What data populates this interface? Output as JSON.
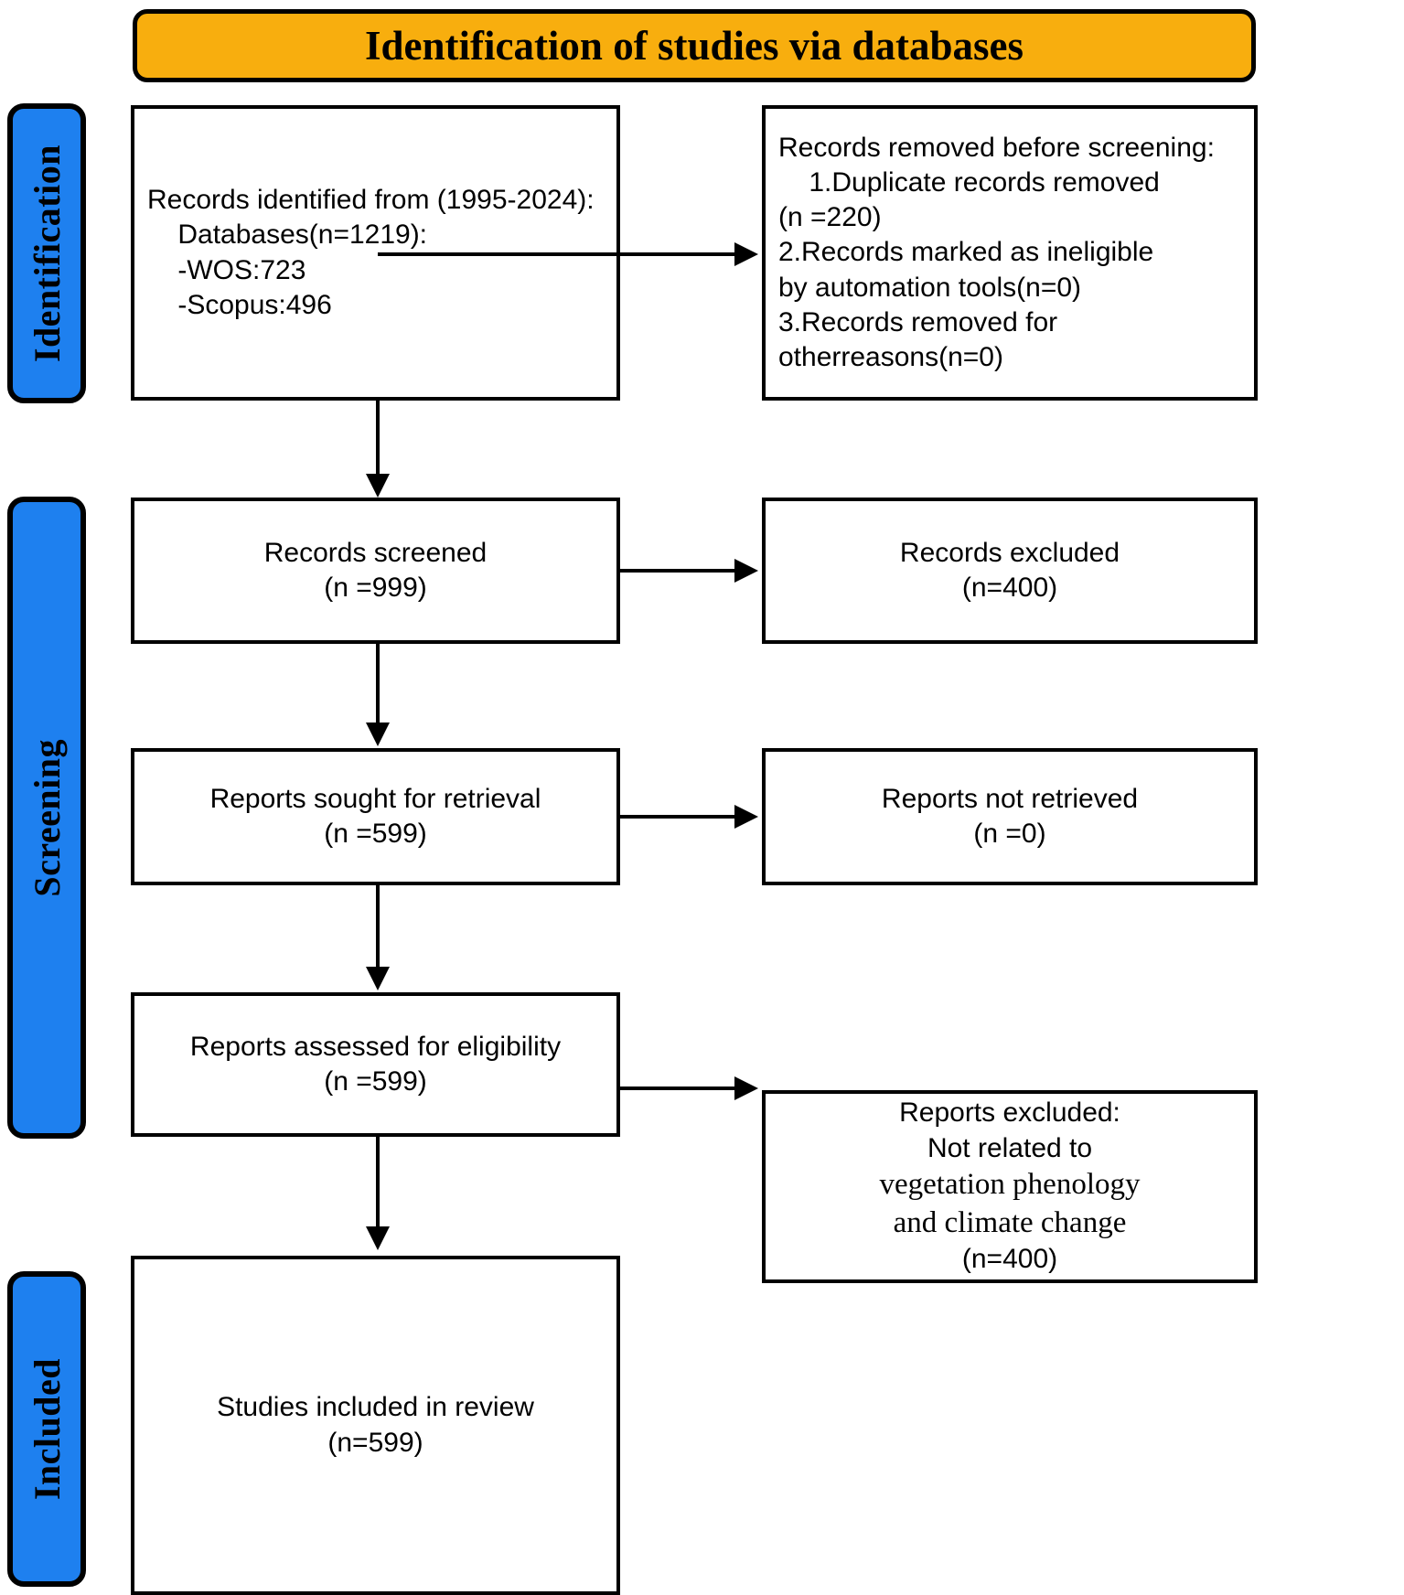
{
  "banner": {
    "title": "Identification of studies via databases"
  },
  "stages": [
    {
      "id": "identification",
      "label": "Identification"
    },
    {
      "id": "screening",
      "label": "Screening"
    },
    {
      "id": "included",
      "label": "Included"
    }
  ],
  "boxes": {
    "identified": {
      "name": "records-identified-box",
      "lines": [
        "Records identified from (1995-2024):",
        "    Databases(n=1219):",
        "    -WOS:723",
        "    -Scopus:496"
      ]
    },
    "removed": {
      "name": "records-removed-box",
      "lines": [
        "Records removed before screening:",
        "    1.Duplicate records removed",
        "(n =220)",
        "2.Records marked as ineligible",
        "by automation tools(n=0)",
        "3.Records removed for",
        "otherreasons(n=0)"
      ]
    },
    "screened": {
      "name": "records-screened-box",
      "lines": [
        "Records screened",
        "(n =999)"
      ]
    },
    "excluded": {
      "name": "records-excluded-box",
      "lines": [
        "Records excluded",
        "(n=400)"
      ]
    },
    "sought": {
      "name": "reports-sought-box",
      "lines": [
        "Reports sought for retrieval",
        "(n =599)"
      ]
    },
    "not_retrieved": {
      "name": "reports-not-retrieved-box",
      "lines": [
        "Reports not retrieved",
        "(n =0)"
      ]
    },
    "assessed": {
      "name": "reports-assessed-box",
      "lines": [
        "Reports assessed for eligibility",
        "(n =599)"
      ]
    },
    "reports_excluded": {
      "name": "reports-excluded-box",
      "lines": [
        "Reports excluded:",
        "Not related to",
        "vegetation phenology",
        "and climate change",
        "(n=400)"
      ]
    },
    "included": {
      "name": "studies-included-box",
      "lines": [
        "Studies included in review",
        "(n=599)"
      ]
    }
  },
  "counts": {
    "year_range": "1995-2024",
    "databases_total": 1219,
    "wos": 723,
    "scopus": 496,
    "duplicates_removed": 220,
    "ineligible_automation": 0,
    "removed_other": 0,
    "records_screened": 999,
    "records_excluded": 400,
    "reports_sought": 599,
    "reports_not_retrieved": 0,
    "reports_assessed": 599,
    "reports_excluded": 400,
    "studies_included": 599
  },
  "colors": {
    "banner_bg": "#F8AE0E",
    "stage_tab_bg": "#1E80EF",
    "outline": "#000000",
    "box_bg": "#FFFFFF"
  }
}
